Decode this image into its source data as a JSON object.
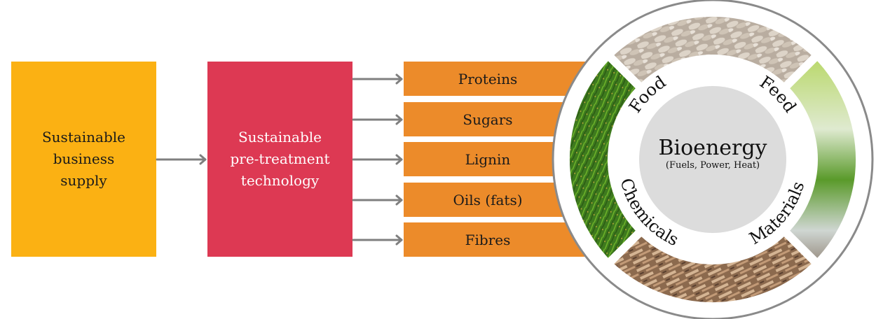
{
  "colors": {
    "supply_box": "#FBB113",
    "pretreatment_box": "#DD3953",
    "product_bar": "#EC8B2A",
    "arrow": "#7f7f7f",
    "circle_outline": "#8a8a8a",
    "center_disc": "#DCDCDC"
  },
  "flow": {
    "supply_box": {
      "label": "Sustainable\nbusiness\nsupply"
    },
    "pretreatment_box": {
      "label": "Sustainable\npre-treatment\ntechnology"
    },
    "products": [
      {
        "label": "Proteins"
      },
      {
        "label": "Sugars"
      },
      {
        "label": "Lignin"
      },
      {
        "label": "Oils (fats)"
      },
      {
        "label": "Fibres"
      }
    ]
  },
  "wheel": {
    "center": {
      "title": "Bioenergy",
      "subtitle": "(Fuels, Power, Heat)"
    },
    "segments": [
      {
        "label": "Food",
        "image": "sunflower-seeds"
      },
      {
        "label": "Feed",
        "image": "seedling"
      },
      {
        "label": "Materials",
        "image": "wood-chips"
      },
      {
        "label": "Chemicals",
        "image": "grass"
      }
    ]
  }
}
